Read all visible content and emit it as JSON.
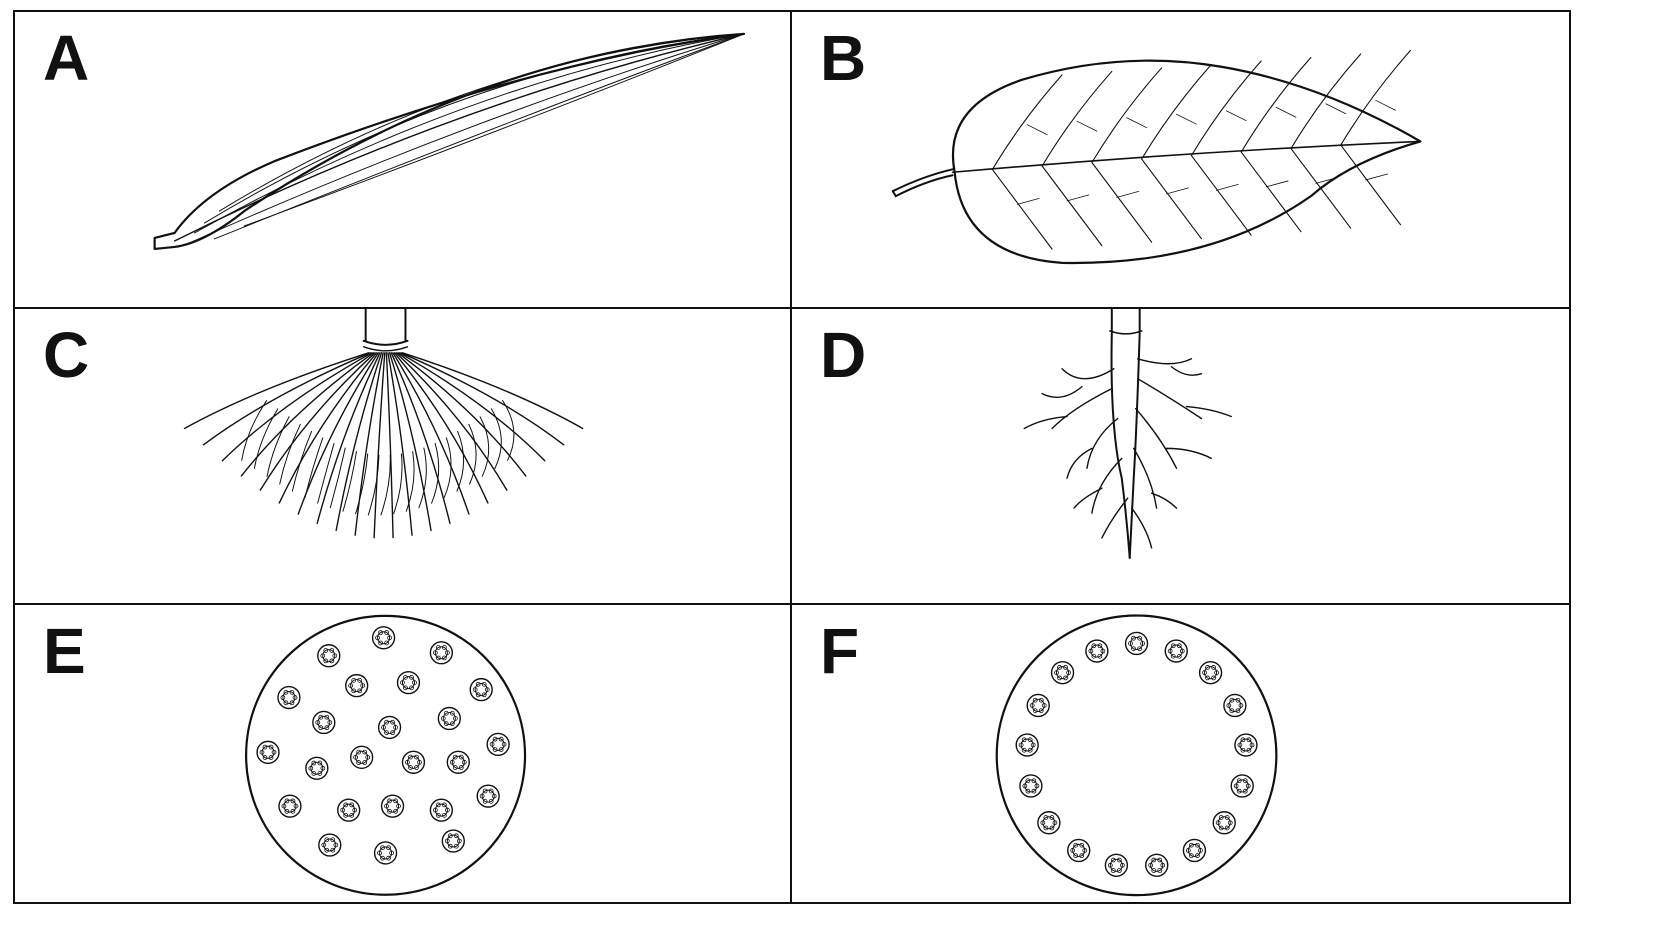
{
  "panels": [
    {
      "label": "A",
      "subject": "parallel-venation-leaf"
    },
    {
      "label": "B",
      "subject": "reticulate-venation-leaf"
    },
    {
      "label": "C",
      "subject": "fibrous-root-system"
    },
    {
      "label": "D",
      "subject": "taproot-system"
    },
    {
      "label": "E",
      "subject": "scattered-vascular-bundles"
    },
    {
      "label": "F",
      "subject": "ringed-vascular-bundles"
    }
  ]
}
